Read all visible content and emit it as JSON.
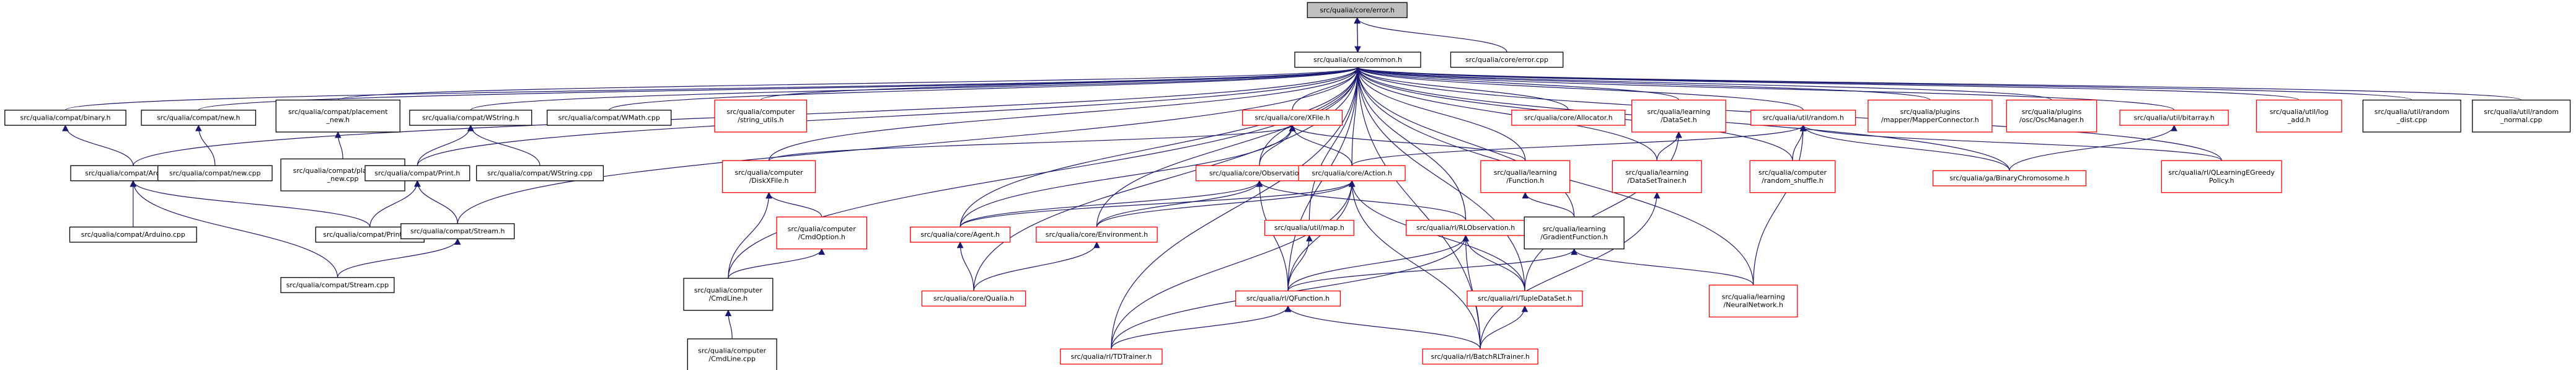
{
  "nodes": [
    {
      "id": "err",
      "lines": [
        "src/qualia/core/error.h"
      ],
      "kind": "root"
    },
    {
      "id": "common",
      "lines": [
        "src/qualia/core/common.h"
      ],
      "kind": "black"
    },
    {
      "id": "errcpp",
      "lines": [
        "src/qualia/core/error.cpp"
      ],
      "kind": "black"
    },
    {
      "id": "binary",
      "lines": [
        "src/qualia/compat/binary.h"
      ],
      "kind": "black"
    },
    {
      "id": "newh",
      "lines": [
        "src/qualia/compat/new.h"
      ],
      "kind": "black"
    },
    {
      "id": "placenew",
      "lines": [
        "src/qualia/compat/placement",
        "_new.h"
      ],
      "kind": "black"
    },
    {
      "id": "wstringh",
      "lines": [
        "src/qualia/compat/WString.h"
      ],
      "kind": "black"
    },
    {
      "id": "wmath",
      "lines": [
        "src/qualia/compat/WMath.cpp"
      ],
      "kind": "black"
    },
    {
      "id": "strutils",
      "lines": [
        "src/qualia/computer",
        "/string_utils.h"
      ],
      "kind": "red"
    },
    {
      "id": "xfile",
      "lines": [
        "src/qualia/core/XFile.h"
      ],
      "kind": "red"
    },
    {
      "id": "alloc",
      "lines": [
        "src/qualia/core/Allocator.h"
      ],
      "kind": "red"
    },
    {
      "id": "dataset",
      "lines": [
        "src/qualia/learning",
        "/DataSet.h"
      ],
      "kind": "red"
    },
    {
      "id": "random",
      "lines": [
        "src/qualia/util/random.h"
      ],
      "kind": "red"
    },
    {
      "id": "mapconn",
      "lines": [
        "src/qualia/plugins",
        "/mapper/MapperConnector.h"
      ],
      "kind": "red"
    },
    {
      "id": "oscmgr",
      "lines": [
        "src/qualia/plugins",
        "/osc/OscManager.h"
      ],
      "kind": "red"
    },
    {
      "id": "bitarray",
      "lines": [
        "src/qualia/util/bitarray.h"
      ],
      "kind": "red"
    },
    {
      "id": "logadd",
      "lines": [
        "src/qualia/util/log",
        "_add.h"
      ],
      "kind": "red"
    },
    {
      "id": "rdist",
      "lines": [
        "src/qualia/util/random",
        "_dist.cpp"
      ],
      "kind": "black"
    },
    {
      "id": "rnormal",
      "lines": [
        "src/qualia/util/random",
        "_normal.cpp"
      ],
      "kind": "black"
    },
    {
      "id": "arduinoh",
      "lines": [
        "src/qualia/compat/Arduino.h"
      ],
      "kind": "black"
    },
    {
      "id": "newcpp",
      "lines": [
        "src/qualia/compat/new.cpp"
      ],
      "kind": "black"
    },
    {
      "id": "placenewcpp",
      "lines": [
        "src/qualia/compat/placement",
        "_new.cpp"
      ],
      "kind": "black"
    },
    {
      "id": "printh",
      "lines": [
        "src/qualia/compat/Print.h"
      ],
      "kind": "black"
    },
    {
      "id": "wstringcpp",
      "lines": [
        "src/qualia/compat/WString.cpp"
      ],
      "kind": "black"
    },
    {
      "id": "diskxfile",
      "lines": [
        "src/qualia/computer",
        "/DiskXFile.h"
      ],
      "kind": "red"
    },
    {
      "id": "observation",
      "lines": [
        "src/qualia/core/Observation.h"
      ],
      "kind": "red"
    },
    {
      "id": "action",
      "lines": [
        "src/qualia/core/Action.h"
      ],
      "kind": "red"
    },
    {
      "id": "function",
      "lines": [
        "src/qualia/learning",
        "/Function.h"
      ],
      "kind": "red"
    },
    {
      "id": "dstrainer",
      "lines": [
        "src/qualia/learning",
        "/DataSetTrainer.h"
      ],
      "kind": "red"
    },
    {
      "id": "rshuffle",
      "lines": [
        "src/qualia/computer",
        "/random_shuffle.h"
      ],
      "kind": "red"
    },
    {
      "id": "binchrom",
      "lines": [
        "src/qualia/ga/BinaryChromosome.h"
      ],
      "kind": "red"
    },
    {
      "id": "greedy",
      "lines": [
        "src/qualia/rl/QLearningEGreedy",
        "Policy.h"
      ],
      "kind": "red"
    },
    {
      "id": "arduinocpp",
      "lines": [
        "src/qualia/compat/Arduino.cpp"
      ],
      "kind": "black"
    },
    {
      "id": "printcpp",
      "lines": [
        "src/qualia/compat/Print.cpp"
      ],
      "kind": "black"
    },
    {
      "id": "streamh",
      "lines": [
        "src/qualia/compat/Stream.h"
      ],
      "kind": "black"
    },
    {
      "id": "cmdoption",
      "lines": [
        "src/qualia/computer",
        "/CmdOption.h"
      ],
      "kind": "red"
    },
    {
      "id": "agent",
      "lines": [
        "src/qualia/core/Agent.h"
      ],
      "kind": "red"
    },
    {
      "id": "environment",
      "lines": [
        "src/qualia/core/Environment.h"
      ],
      "kind": "red"
    },
    {
      "id": "map",
      "lines": [
        "src/qualia/util/map.h"
      ],
      "kind": "red"
    },
    {
      "id": "rlobs",
      "lines": [
        "src/qualia/rl/RLObservation.h"
      ],
      "kind": "red"
    },
    {
      "id": "gradfunc",
      "lines": [
        "src/qualia/learning",
        "/GradientFunction.h"
      ],
      "kind": "black"
    },
    {
      "id": "streamcpp",
      "lines": [
        "src/qualia/compat/Stream.cpp"
      ],
      "kind": "black"
    },
    {
      "id": "cmdlineh",
      "lines": [
        "src/qualia/computer",
        "/CmdLine.h"
      ],
      "kind": "black"
    },
    {
      "id": "qualia",
      "lines": [
        "src/qualia/core/Qualia.h"
      ],
      "kind": "red"
    },
    {
      "id": "qfunc",
      "lines": [
        "src/qualia/rl/QFunction.h"
      ],
      "kind": "red"
    },
    {
      "id": "tupleds",
      "lines": [
        "src/qualia/rl/TupleDataSet.h"
      ],
      "kind": "red"
    },
    {
      "id": "neural",
      "lines": [
        "src/qualia/learning",
        "/NeuralNetwork.h"
      ],
      "kind": "red"
    },
    {
      "id": "cmdlinecpp",
      "lines": [
        "src/qualia/computer",
        "/CmdLine.cpp"
      ],
      "kind": "black"
    },
    {
      "id": "tdtrainer",
      "lines": [
        "src/qualia/rl/TDTrainer.h"
      ],
      "kind": "red"
    },
    {
      "id": "batchrl",
      "lines": [
        "src/qualia/rl/BatchRLTrainer.h"
      ],
      "kind": "red"
    }
  ],
  "edges": [
    [
      "err",
      "common"
    ],
    [
      "err",
      "errcpp"
    ],
    [
      "common",
      "err"
    ],
    [
      "common",
      "binary"
    ],
    [
      "common",
      "newh"
    ],
    [
      "common",
      "placenew"
    ],
    [
      "common",
      "wstringh"
    ],
    [
      "common",
      "wmath"
    ],
    [
      "common",
      "strutils"
    ],
    [
      "common",
      "xfile"
    ],
    [
      "common",
      "alloc"
    ],
    [
      "common",
      "dataset"
    ],
    [
      "common",
      "random"
    ],
    [
      "common",
      "mapconn"
    ],
    [
      "common",
      "oscmgr"
    ],
    [
      "common",
      "bitarray"
    ],
    [
      "common",
      "logadd"
    ],
    [
      "common",
      "rdist"
    ],
    [
      "common",
      "rnormal"
    ],
    [
      "common",
      "arduinoh"
    ],
    [
      "common",
      "printh"
    ],
    [
      "common",
      "streamh"
    ],
    [
      "common",
      "diskxfile"
    ],
    [
      "common",
      "observation"
    ],
    [
      "common",
      "action"
    ],
    [
      "common",
      "function"
    ],
    [
      "common",
      "dstrainer"
    ],
    [
      "common",
      "rshuffle"
    ],
    [
      "common",
      "binchrom"
    ],
    [
      "common",
      "greedy"
    ],
    [
      "common",
      "agent"
    ],
    [
      "common",
      "environment"
    ],
    [
      "common",
      "map"
    ],
    [
      "common",
      "rlobs"
    ],
    [
      "common",
      "gradfunc"
    ],
    [
      "common",
      "cmdlineh"
    ],
    [
      "common",
      "qualia"
    ],
    [
      "common",
      "qfunc"
    ],
    [
      "common",
      "tupleds"
    ],
    [
      "common",
      "neural"
    ],
    [
      "common",
      "tdtrainer"
    ],
    [
      "common",
      "batchrl"
    ],
    [
      "binary",
      "arduinoh"
    ],
    [
      "newh",
      "newcpp"
    ],
    [
      "placenew",
      "placenewcpp"
    ],
    [
      "wstringh",
      "printh"
    ],
    [
      "wstringh",
      "wstringcpp"
    ],
    [
      "arduinoh",
      "arduinocpp"
    ],
    [
      "arduinoh",
      "printcpp"
    ],
    [
      "arduinoh",
      "streamcpp"
    ],
    [
      "printh",
      "printcpp"
    ],
    [
      "printh",
      "streamh"
    ],
    [
      "streamh",
      "streamcpp"
    ],
    [
      "xfile",
      "diskxfile"
    ],
    [
      "xfile",
      "observation"
    ],
    [
      "xfile",
      "action"
    ],
    [
      "xfile",
      "function"
    ],
    [
      "xfile",
      "agent"
    ],
    [
      "diskxfile",
      "cmdoption"
    ],
    [
      "diskxfile",
      "cmdlineh"
    ],
    [
      "cmdoption",
      "cmdlineh"
    ],
    [
      "cmdlineh",
      "cmdlinecpp"
    ],
    [
      "observation",
      "agent"
    ],
    [
      "observation",
      "environment"
    ],
    [
      "observation",
      "rlobs"
    ],
    [
      "observation",
      "qfunc"
    ],
    [
      "action",
      "agent"
    ],
    [
      "action",
      "environment"
    ],
    [
      "action",
      "qfunc"
    ],
    [
      "action",
      "tdtrainer"
    ],
    [
      "action",
      "batchrl"
    ],
    [
      "action",
      "tupleds"
    ],
    [
      "agent",
      "qualia"
    ],
    [
      "environment",
      "qualia"
    ],
    [
      "map",
      "qfunc"
    ],
    [
      "rlobs",
      "qfunc"
    ],
    [
      "rlobs",
      "tupleds"
    ],
    [
      "rlobs",
      "tdtrainer"
    ],
    [
      "rlobs",
      "batchrl"
    ],
    [
      "function",
      "gradfunc"
    ],
    [
      "gradfunc",
      "qfunc"
    ],
    [
      "gradfunc",
      "neural"
    ],
    [
      "qfunc",
      "tdtrainer"
    ],
    [
      "qfunc",
      "batchrl"
    ],
    [
      "tupleds",
      "batchrl"
    ],
    [
      "dataset",
      "dstrainer"
    ],
    [
      "dataset",
      "tupleds"
    ],
    [
      "dstrainer",
      "batchrl"
    ],
    [
      "random",
      "action"
    ],
    [
      "random",
      "rshuffle"
    ],
    [
      "random",
      "binchrom"
    ],
    [
      "random",
      "greedy"
    ],
    [
      "random",
      "neural"
    ],
    [
      "bitarray",
      "binchrom"
    ]
  ]
}
